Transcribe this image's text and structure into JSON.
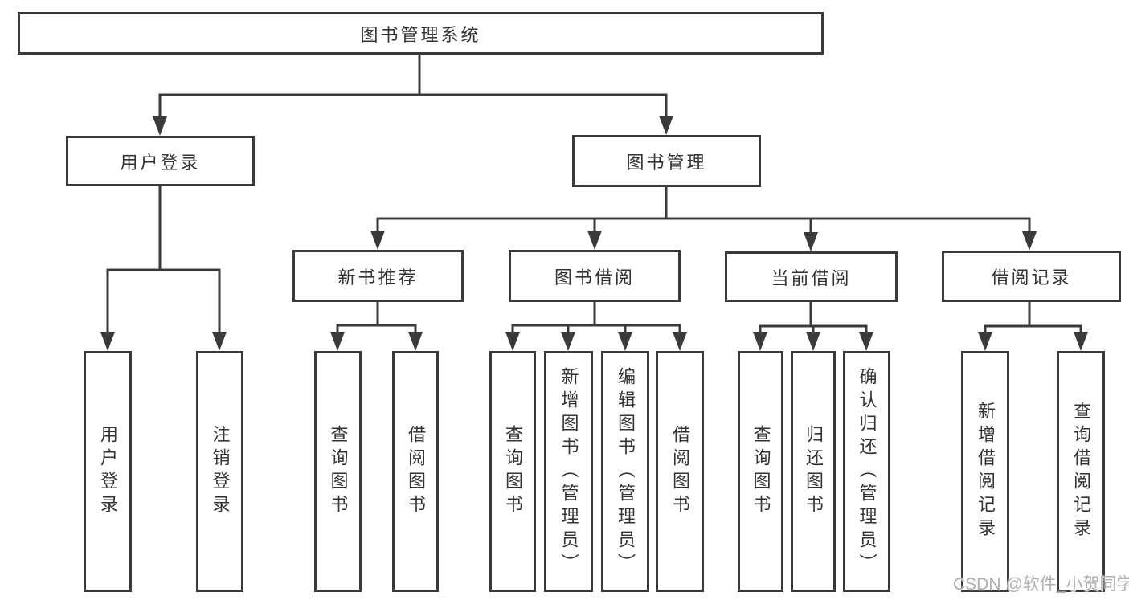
{
  "diagram": {
    "title": "图书管理系统",
    "root": {
      "label": "图书管理系统"
    },
    "level2": [
      {
        "label": "用户登录"
      },
      {
        "label": "图书管理"
      }
    ],
    "level3": [
      {
        "label": "新书推荐",
        "parent": "图书管理"
      },
      {
        "label": "图书借阅",
        "parent": "图书管理"
      },
      {
        "label": "当前借阅",
        "parent": "图书管理"
      },
      {
        "label": "借阅记录",
        "parent": "图书管理"
      }
    ],
    "leaves": [
      {
        "label": "用户登录",
        "parent": "用户登录"
      },
      {
        "label": "注销登录",
        "parent": "用户登录"
      },
      {
        "label": "查询图书",
        "parent": "新书推荐"
      },
      {
        "label": "借阅图书",
        "parent": "新书推荐"
      },
      {
        "label": "查询图书",
        "parent": "图书借阅"
      },
      {
        "label": "新增图书（管理员）",
        "parent": "图书借阅"
      },
      {
        "label": "编辑图书（管理员）",
        "parent": "图书借阅"
      },
      {
        "label": "借阅图书",
        "parent": "图书借阅"
      },
      {
        "label": "查询图书",
        "parent": "当前借阅"
      },
      {
        "label": "归还图书",
        "parent": "当前借阅"
      },
      {
        "label": "确认归还（管理员）",
        "parent": "当前借阅"
      },
      {
        "label": "新增借阅记录",
        "parent": "借阅记录"
      },
      {
        "label": "查询借阅记录",
        "parent": "借阅记录"
      }
    ]
  },
  "colors": {
    "line": "#3a3a3a",
    "text": "#333333",
    "background": "#ffffff",
    "watermark_gray": "#b0b0b0"
  },
  "watermark": "CSDN @软件_小贺同学"
}
